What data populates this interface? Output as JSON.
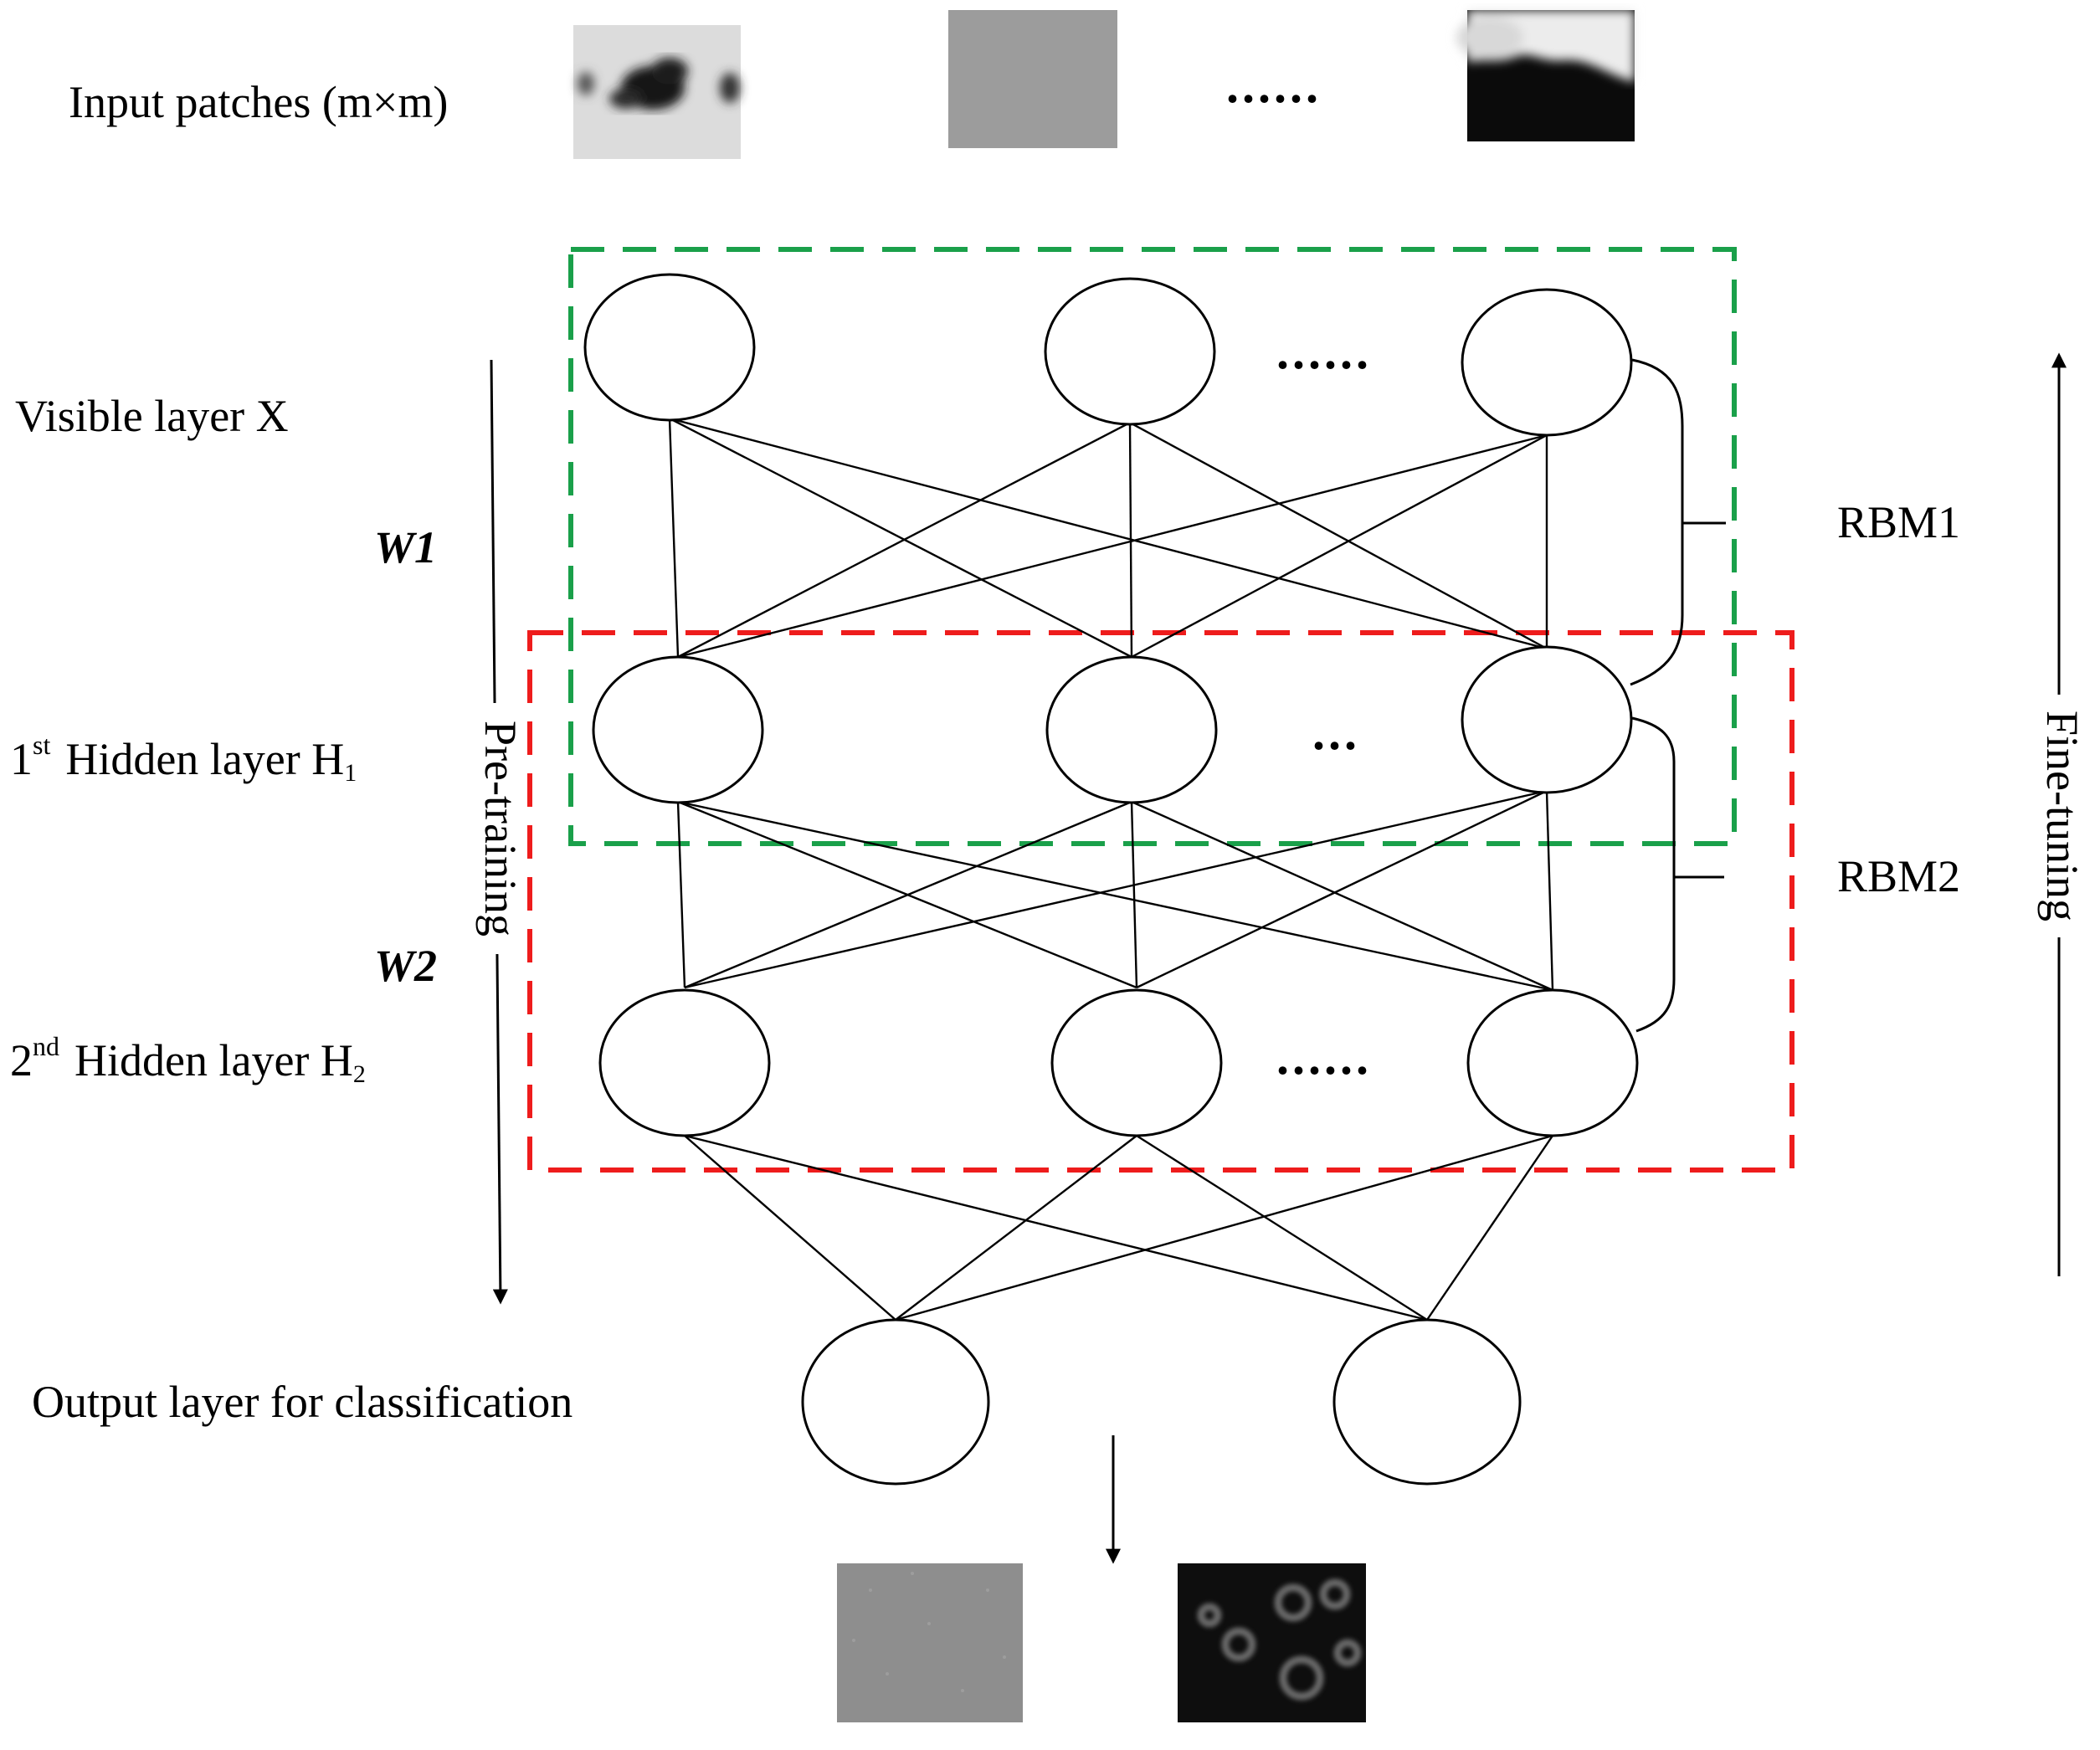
{
  "input_label": "Input patches (m×m)",
  "input_dots": "......",
  "layers": {
    "visible": "Visible layer X",
    "hidden1_prefix": "1",
    "hidden1_sup": "st",
    "hidden1_text": "Hidden layer H",
    "hidden1_sub": "1",
    "hidden2_prefix": "2",
    "hidden2_sup": "nd",
    "hidden2_text": "Hidden layer H",
    "hidden2_sub": "2",
    "output": "Output layer for classification"
  },
  "weights": {
    "w1": "W1",
    "w2": "W2"
  },
  "rbm": {
    "rbm1": "RBM1",
    "rbm2": "RBM2"
  },
  "arrows": {
    "pretraining": "Pre-training",
    "finetuning": "Fine-tuning"
  },
  "node_dots": {
    "visible": "......",
    "hidden1": "...",
    "hidden2": "......"
  },
  "colors": {
    "rbm1_box": "#1aa04a",
    "rbm2_box": "#ee1c1c"
  }
}
